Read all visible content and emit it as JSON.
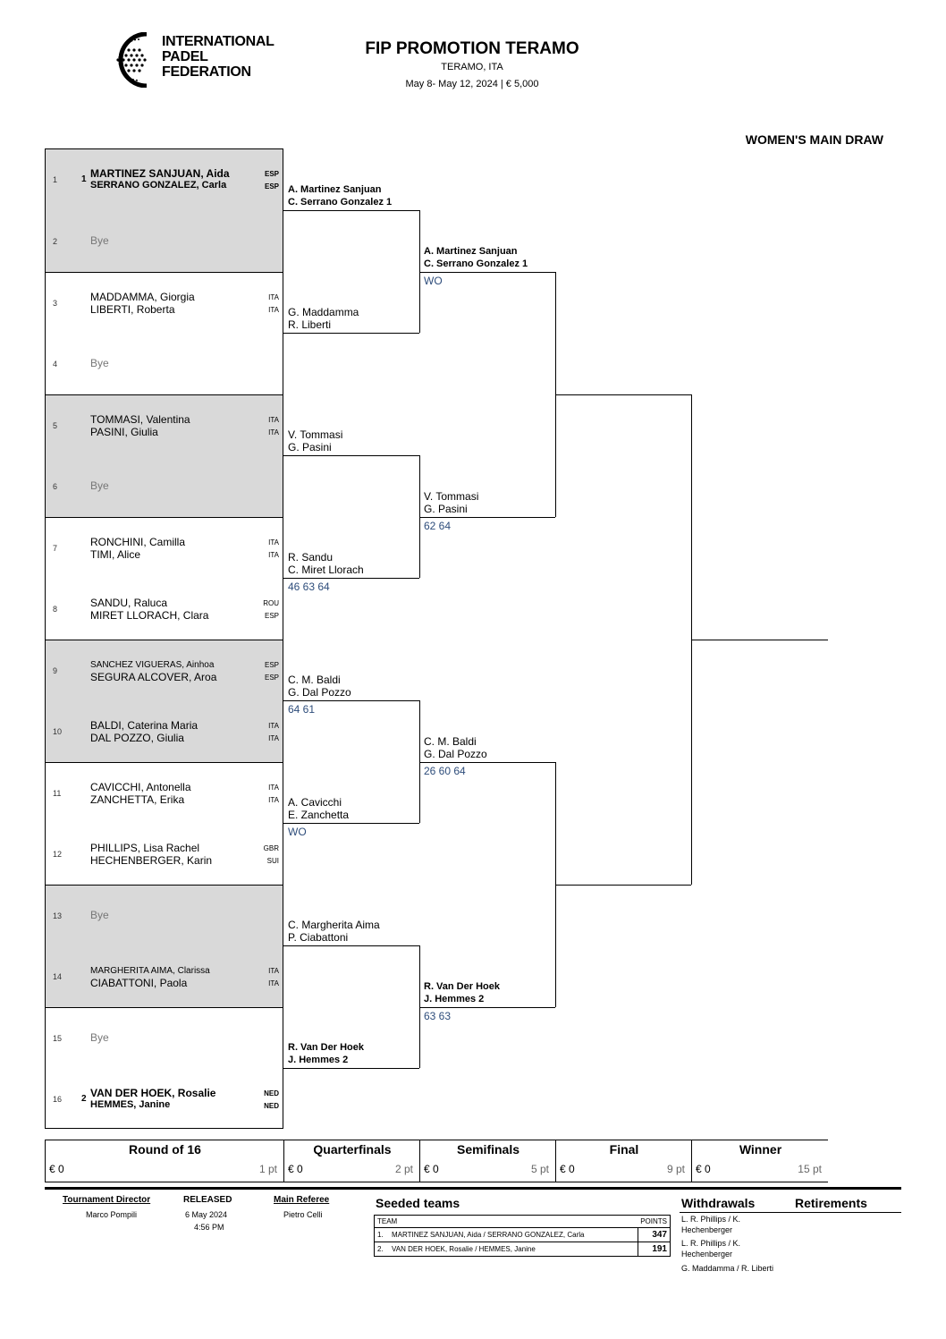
{
  "header": {
    "logo_text": [
      "INTERNATIONAL",
      "PADEL",
      "FEDERATION"
    ],
    "title": "FIP PROMOTION TERAMO",
    "location": "TERAMO, ITA",
    "dates_prize": "May 8- May 12, 2024  |  € 5,000",
    "draw_name": "WOMEN'S MAIN DRAW"
  },
  "entries": [
    {
      "num": "1",
      "seed": "1",
      "p1": "MARTINEZ SANJUAN, Aida",
      "p2": "SERRANO GONZALEZ, Carla",
      "n1": "ESP",
      "n2": "ESP",
      "shaded": true,
      "seeded": true
    },
    {
      "num": "2",
      "bye": "Bye",
      "shaded": true
    },
    {
      "num": "3",
      "p1": "MADDAMMA, Giorgia",
      "p2": "LIBERTI, Roberta",
      "n1": "ITA",
      "n2": "ITA",
      "shaded": false
    },
    {
      "num": "4",
      "bye": "Bye",
      "shaded": false
    },
    {
      "num": "5",
      "p1": "TOMMASI, Valentina",
      "p2": "PASINI, Giulia",
      "n1": "ITA",
      "n2": "ITA",
      "shaded": true
    },
    {
      "num": "6",
      "bye": "Bye",
      "shaded": true
    },
    {
      "num": "7",
      "p1": "RONCHINI, Camilla",
      "p2": "TIMI, Alice",
      "n1": "ITA",
      "n2": "ITA",
      "shaded": false
    },
    {
      "num": "8",
      "p1": "SANDU, Raluca",
      "p2": "MIRET LLORACH, Clara",
      "n1": "ROU",
      "n2": "ESP",
      "shaded": false
    },
    {
      "num": "9",
      "p1": "SANCHEZ VIGUERAS, Ainhoa",
      "p2": "SEGURA ALCOVER, Aroa",
      "n1": "ESP",
      "n2": "ESP",
      "shaded": true,
      "small1": true
    },
    {
      "num": "10",
      "p1": "BALDI, Caterina Maria",
      "p2": "DAL POZZO, Giulia",
      "n1": "ITA",
      "n2": "ITA",
      "shaded": true
    },
    {
      "num": "11",
      "p1": "CAVICCHI, Antonella",
      "p2": "ZANCHETTA, Erika",
      "n1": "ITA",
      "n2": "ITA",
      "shaded": false
    },
    {
      "num": "12",
      "p1": "PHILLIPS, Lisa Rachel",
      "p2": "HECHENBERGER, Karin",
      "n1": "GBR",
      "n2": "SUI",
      "shaded": false
    },
    {
      "num": "13",
      "bye": "Bye",
      "shaded": true
    },
    {
      "num": "14",
      "p1": "MARGHERITA AIMA, Clarissa",
      "p2": "CIABATTONI, Paola",
      "n1": "ITA",
      "n2": "ITA",
      "shaded": true,
      "small1": true
    },
    {
      "num": "15",
      "bye": "Bye",
      "shaded": false
    },
    {
      "num": "16",
      "seed": "2",
      "p1": "VAN DER HOEK, Rosalie",
      "p2": "HEMMES, Janine",
      "n1": "NED",
      "n2": "NED",
      "shaded": false,
      "seeded": true
    }
  ],
  "r16_winners": [
    {
      "l1": "A. Martinez Sanjuan",
      "l2": "C. Serrano Gonzalez  1",
      "bold": true,
      "score": ""
    },
    {
      "l1": "G. Maddamma",
      "l2": "R. Liberti",
      "bold": false,
      "score": ""
    },
    {
      "l1": "V. Tommasi",
      "l2": "G. Pasini",
      "bold": false,
      "score": ""
    },
    {
      "l1": "R. Sandu",
      "l2": "C. Miret Llorach",
      "bold": false,
      "score": "46 63 64"
    },
    {
      "l1": "C. M. Baldi",
      "l2": "G. Dal Pozzo",
      "bold": false,
      "score": "64 61"
    },
    {
      "l1": "A. Cavicchi",
      "l2": "E. Zanchetta",
      "bold": false,
      "score": "WO"
    },
    {
      "l1": "C. Margherita Aima",
      "l2": "P. Ciabattoni",
      "bold": false,
      "score": ""
    },
    {
      "l1": "R. Van Der Hoek",
      "l2": "J. Hemmes  2",
      "bold": true,
      "score": ""
    }
  ],
  "qf_winners": [
    {
      "l1": "A. Martinez Sanjuan",
      "l2": "C. Serrano Gonzalez  1",
      "bold": true,
      "score": "WO"
    },
    {
      "l1": "V. Tommasi",
      "l2": "G. Pasini",
      "bold": false,
      "score": "62 64"
    },
    {
      "l1": "C. M. Baldi",
      "l2": "G. Dal Pozzo",
      "bold": false,
      "score": "26 60 64"
    },
    {
      "l1": "R. Van Der Hoek",
      "l2": "J. Hemmes  2",
      "bold": true,
      "score": "63 63"
    }
  ],
  "rounds": [
    {
      "name": "Round of 16",
      "money": "€ 0",
      "pts": "1 pt"
    },
    {
      "name": "Quarterfinals",
      "money": "€ 0",
      "pts": "2 pt"
    },
    {
      "name": "Semifinals",
      "money": "€ 0",
      "pts": "5 pt"
    },
    {
      "name": "Final",
      "money": "€ 0",
      "pts": "9 pt"
    },
    {
      "name": "Winner",
      "money": "€ 0",
      "pts": "15 pt"
    }
  ],
  "footer": {
    "director_label": "Tournament Director",
    "director": "Marco Pompili",
    "released_label": "RELEASED",
    "released_date": "6 May 2024",
    "released_time": "4:56 PM",
    "referee_label": "Main Referee",
    "referee": "Pietro Celli",
    "seeded_title": "Seeded teams",
    "team_hdr": "TEAM",
    "points_hdr": "POINTS",
    "seeds": [
      {
        "n": "1.",
        "team": "MARTINEZ SANJUAN, Aida / SERRANO GONZALEZ, Carla",
        "pts": "347"
      },
      {
        "n": "2.",
        "team": "VAN DER HOEK, Rosalie / HEMMES, Janine",
        "pts": "191"
      }
    ],
    "withdrawals_title": "Withdrawals",
    "withdrawals": [
      "L. R. Phillips / K. Hechenberger",
      "L. R. Phillips / K. Hechenberger",
      "G. Maddamma / R. Liberti"
    ],
    "retirements_title": "Retirements"
  }
}
